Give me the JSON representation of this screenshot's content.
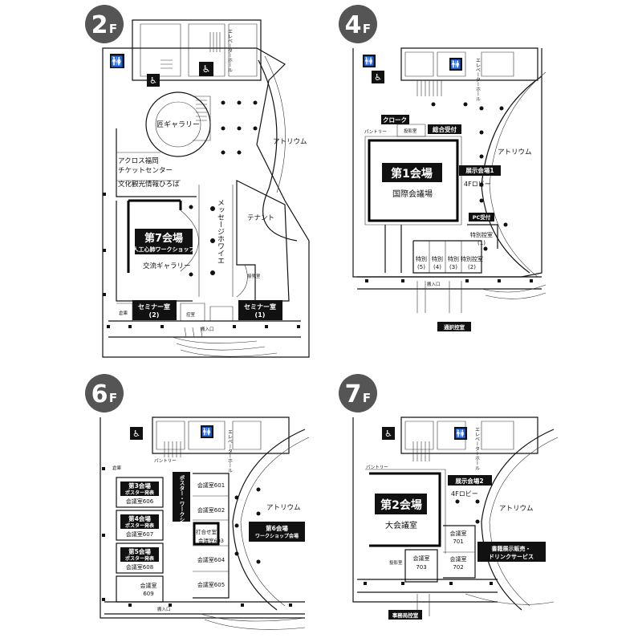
{
  "floors": [
    {
      "badge": "2F",
      "labels": {
        "gallery_takumi": "匠ギャラリー",
        "atrium": "アトリウム",
        "acros_ticket_1": "アクロス福岡",
        "acros_ticket_2": "チケットセンター",
        "culture_info": "文化観光情報ひろば",
        "tenant": "テナント",
        "message_hall": "メッセージホワイエ",
        "venue7": "第7会場",
        "venue7_sub": "人工心肺ワークショップ",
        "exchange_gallery": "交流ギャラリー",
        "seminar2": "セミナー室",
        "seminar2_num": "(2)",
        "seminar1": "セミナー室",
        "seminar1_num": "(1)",
        "elevator_hall": "エレベーターホール",
        "loading": "搬入口",
        "nursing": "授乳室",
        "storage": "倉庫",
        "control": "控室"
      }
    },
    {
      "badge": "4F",
      "labels": {
        "cloak": "クローク",
        "general_reception": "総合受付",
        "pantry": "パントリー",
        "projection": "投影室",
        "atrium": "アトリウム",
        "venue1": "第1会場",
        "venue1_sub": "国際会議場",
        "exhibit1": "展示会場1",
        "lobby4f": "4Fロビー",
        "pc_reception": "PC受付",
        "special1": "特別控室",
        "special1_num": "(1)",
        "special5": "特別",
        "special5_num": "(5)",
        "special4": "特別",
        "special4_num": "(4)",
        "special3": "特別",
        "special3_num": "(3)",
        "special2": "特別控室",
        "special2_num": "(2)",
        "interpreter": "通訳控室",
        "elevator_hall": "エレベーターホール",
        "loading": "搬入口"
      }
    },
    {
      "badge": "6F",
      "labels": {
        "pantry": "パントリー",
        "atrium": "アトリウム",
        "venue3": "第3会場",
        "venue3_sub": "ポスター発表",
        "venue3_room": "会議室606",
        "venue4": "第4会場",
        "venue4_sub": "ポスター発表",
        "venue4_room": "会議室607",
        "venue5": "第5会場",
        "venue5_sub": "ポスター発表",
        "venue5_room": "会議室608",
        "room609": "会議室",
        "room609_num": "609",
        "poster_reception": "ポスター・ワークショップ受付",
        "room601": "会議室601",
        "room602": "会議室602",
        "meeting": "打合せ室",
        "room603": "会議室603",
        "room604": "会議室604",
        "room605": "会議室605",
        "venue6": "第6会場",
        "venue6_sub": "ワークショップ会場",
        "elevator_hall": "エレベーターホール",
        "loading": "搬入口",
        "storage": "倉庫"
      }
    },
    {
      "badge": "7F",
      "labels": {
        "pantry": "パントリー",
        "projection": "投影室",
        "atrium": "アトリウム",
        "venue2": "第2会場",
        "venue2_sub": "大会議室",
        "exhibit2": "展示会場2",
        "lobby7f": "4Fロビー",
        "room701": "会議室",
        "room701_num": "701",
        "room702": "会議室",
        "room702_num": "702",
        "room703": "会議室",
        "room703_num": "703",
        "book_sales_1": "書籍展示販売・",
        "book_sales_2": "ドリンクサービス",
        "secretariat": "事務局控室",
        "elevator_hall": "エレベーターホール"
      }
    }
  ]
}
